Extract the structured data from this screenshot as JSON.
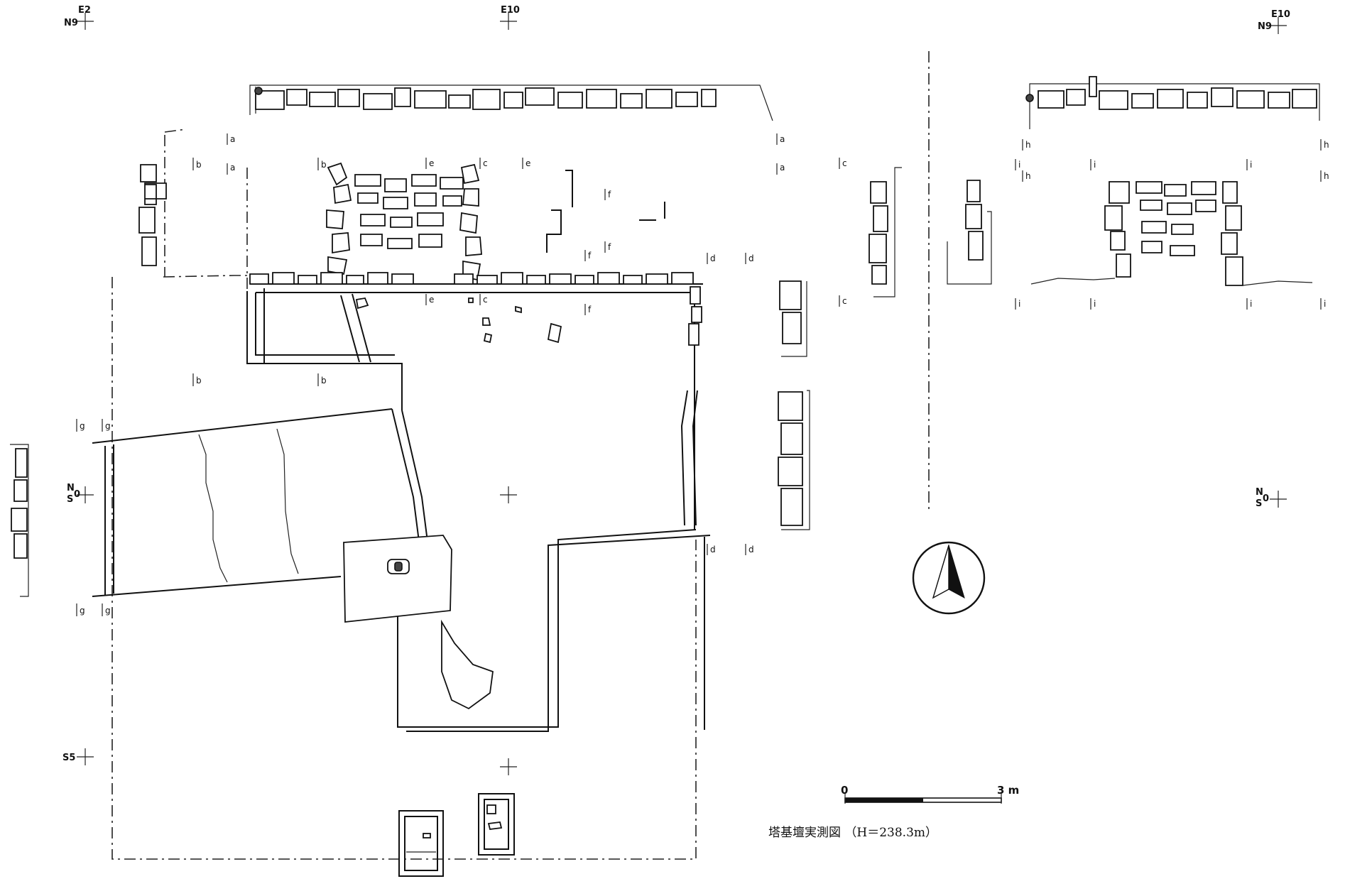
{
  "coords": {
    "e2": "E2",
    "n9": "N9",
    "e10": "E10",
    "e10_right": "E10",
    "n9_right": "N9",
    "n": "N",
    "s": "S",
    "zero": "0",
    "n_right": "N",
    "s_right": "S",
    "zero_right": "0",
    "s5": "S5"
  },
  "scale": {
    "start": "0",
    "end": "3 m"
  },
  "caption": {
    "title": "塔基壇実測図",
    "elevation": "（H＝238.3m）"
  },
  "section_labels": {
    "a": "a",
    "b": "b",
    "c": "c",
    "d": "d",
    "e": "e",
    "f": "f",
    "g": "g",
    "h": "h",
    "i": "i"
  },
  "icons": {
    "north_arrow": "north-arrow-icon",
    "survey_point": "crosshair-icon"
  }
}
